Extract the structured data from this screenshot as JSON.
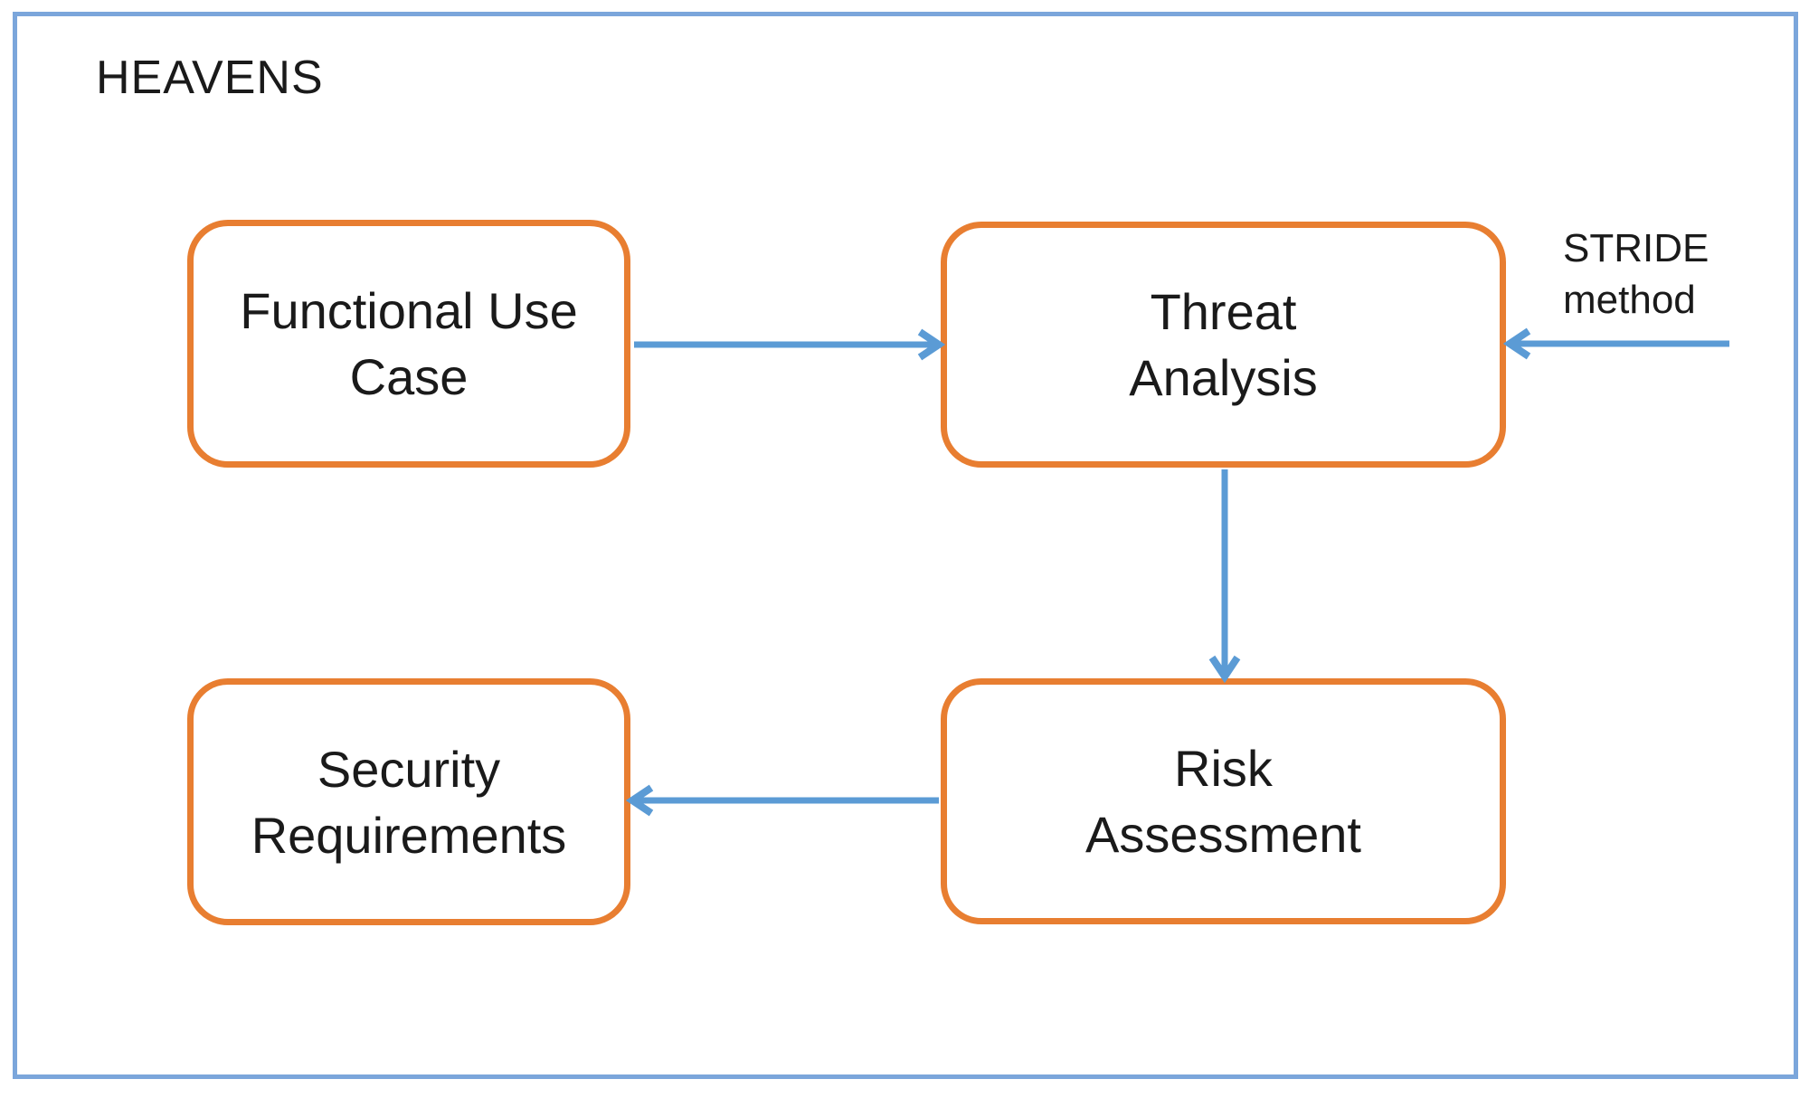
{
  "diagram": {
    "title": "HEAVENS",
    "nodes": [
      {
        "id": "functional-use-case",
        "label": "Functional Use\nCase"
      },
      {
        "id": "threat-analysis",
        "label": "Threat\nAnalysis"
      },
      {
        "id": "security-requirements",
        "label": "Security\nRequirements"
      },
      {
        "id": "risk-assessment",
        "label": "Risk\nAssessment"
      }
    ],
    "annotations": [
      {
        "id": "stride-method",
        "label": "STRIDE\nmethod"
      }
    ],
    "edges": [
      {
        "from": "functional-use-case",
        "to": "threat-analysis",
        "direction": "right"
      },
      {
        "from": "stride-method",
        "to": "threat-analysis",
        "direction": "left"
      },
      {
        "from": "threat-analysis",
        "to": "risk-assessment",
        "direction": "down"
      },
      {
        "from": "risk-assessment",
        "to": "security-requirements",
        "direction": "left"
      }
    ],
    "colors": {
      "node_border": "#E87E31",
      "arrow": "#5B9BD5",
      "frame_border": "#7BA6DB",
      "text": "#1A1A1A"
    }
  }
}
